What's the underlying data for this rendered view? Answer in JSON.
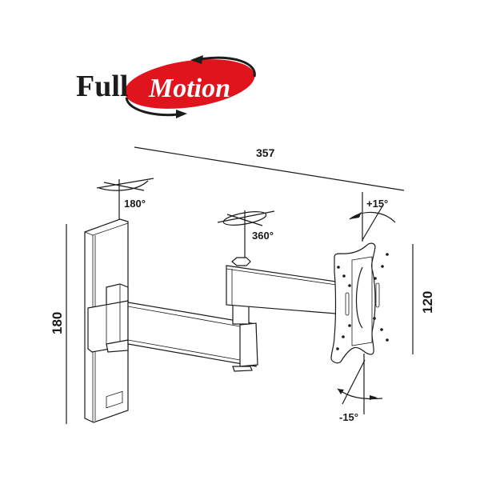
{
  "logo": {
    "word1": "Full",
    "word2": "Motion",
    "ellipse_color": "#e0141c",
    "arrow_color": "#1c1c1c"
  },
  "dimensions": {
    "arm_length": "357",
    "wall_plate_height": "180",
    "tv_plate_height": "120"
  },
  "rotations": {
    "wall_swivel": "180°",
    "arm_swivel": "360°",
    "tilt_up": "+15°",
    "tilt_down": "-15°"
  },
  "colors": {
    "line": "#1a1a1a",
    "background": "#ffffff"
  }
}
